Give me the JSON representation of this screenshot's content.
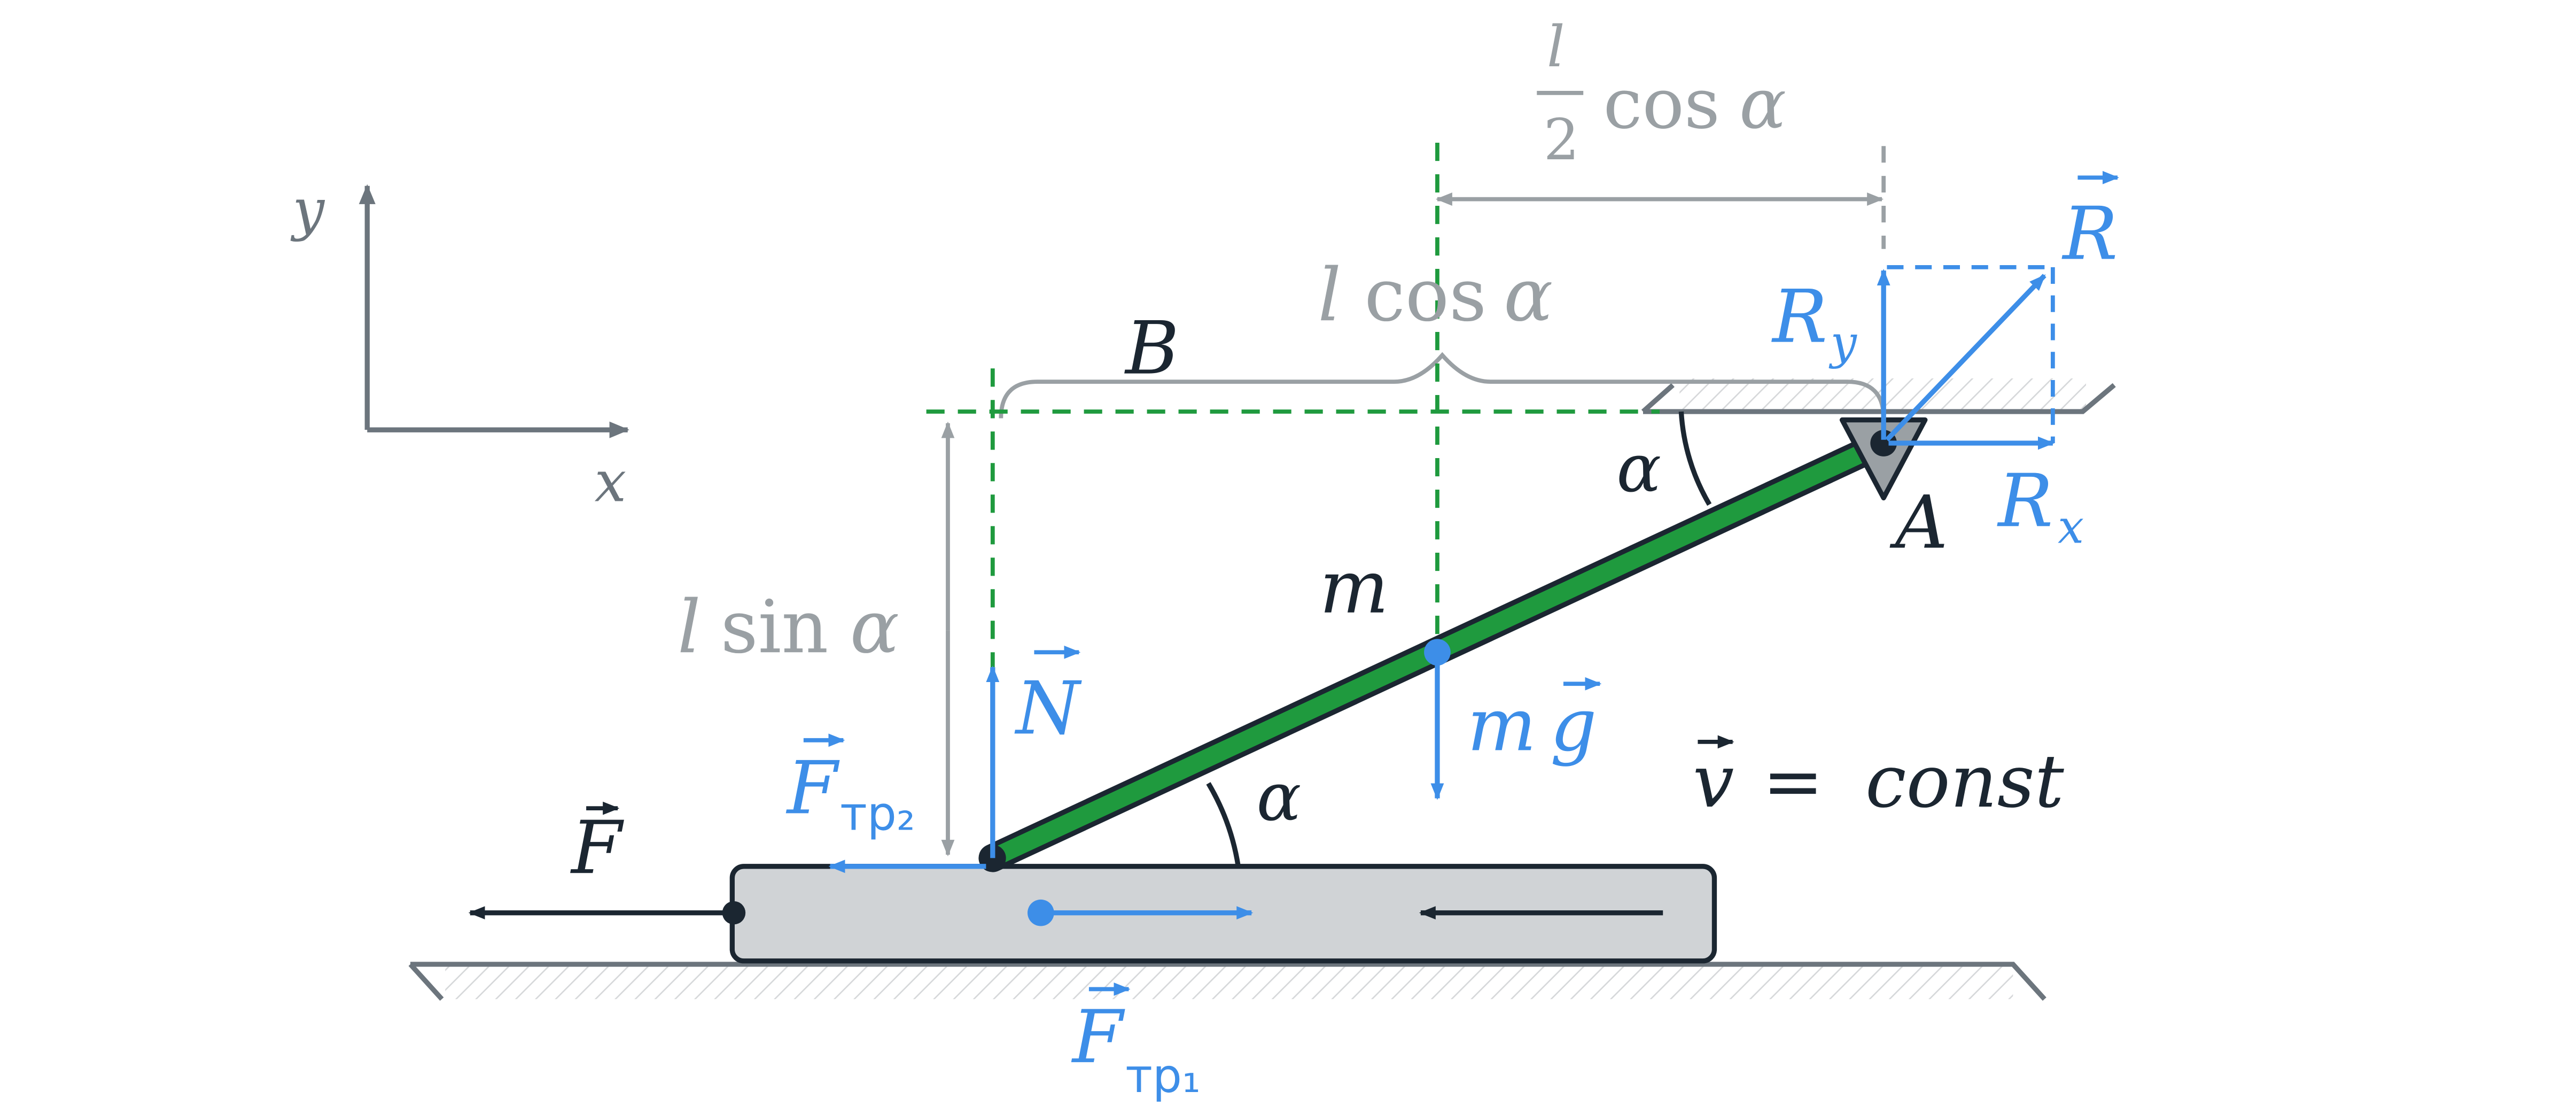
{
  "axes": {
    "x_label": "x",
    "y_label": "y"
  },
  "labels": {
    "point_a": "A",
    "point_b": "B",
    "mass": "m",
    "alpha_bottom": "α",
    "alpha_top": "α"
  },
  "dimensions": {
    "half_cos_numerator": "l",
    "half_cos_denominator": "2",
    "half_cos_fn": "cos",
    "half_cos_var": "α",
    "l_cos_l": "l",
    "l_cos_fn": "cos",
    "l_cos_var": "α",
    "l_sin_l": "l",
    "l_sin_fn": "sin",
    "l_sin_var": "α"
  },
  "forces": {
    "reaction_r": "R",
    "reaction_rx_main": "R",
    "reaction_rx_sub": "x",
    "reaction_ry_main": "R",
    "reaction_ry_sub": "y",
    "normal_n": "N",
    "gravity_m": "m",
    "gravity_g": "g",
    "applied_f": "F",
    "friction_2_main": "F",
    "friction_2_sub": "тр₂",
    "friction_1_main": "F",
    "friction_1_sub": "тр₁"
  },
  "velocity": {
    "symbol": "v",
    "equals": "=",
    "value": "const"
  },
  "colors": {
    "blue": "#3d8ee8",
    "green": "#1f9a3e",
    "dark": "#1b2631",
    "gray": "#9aa0a4",
    "axis": "#6c757d",
    "block": "#d0d3d6"
  }
}
